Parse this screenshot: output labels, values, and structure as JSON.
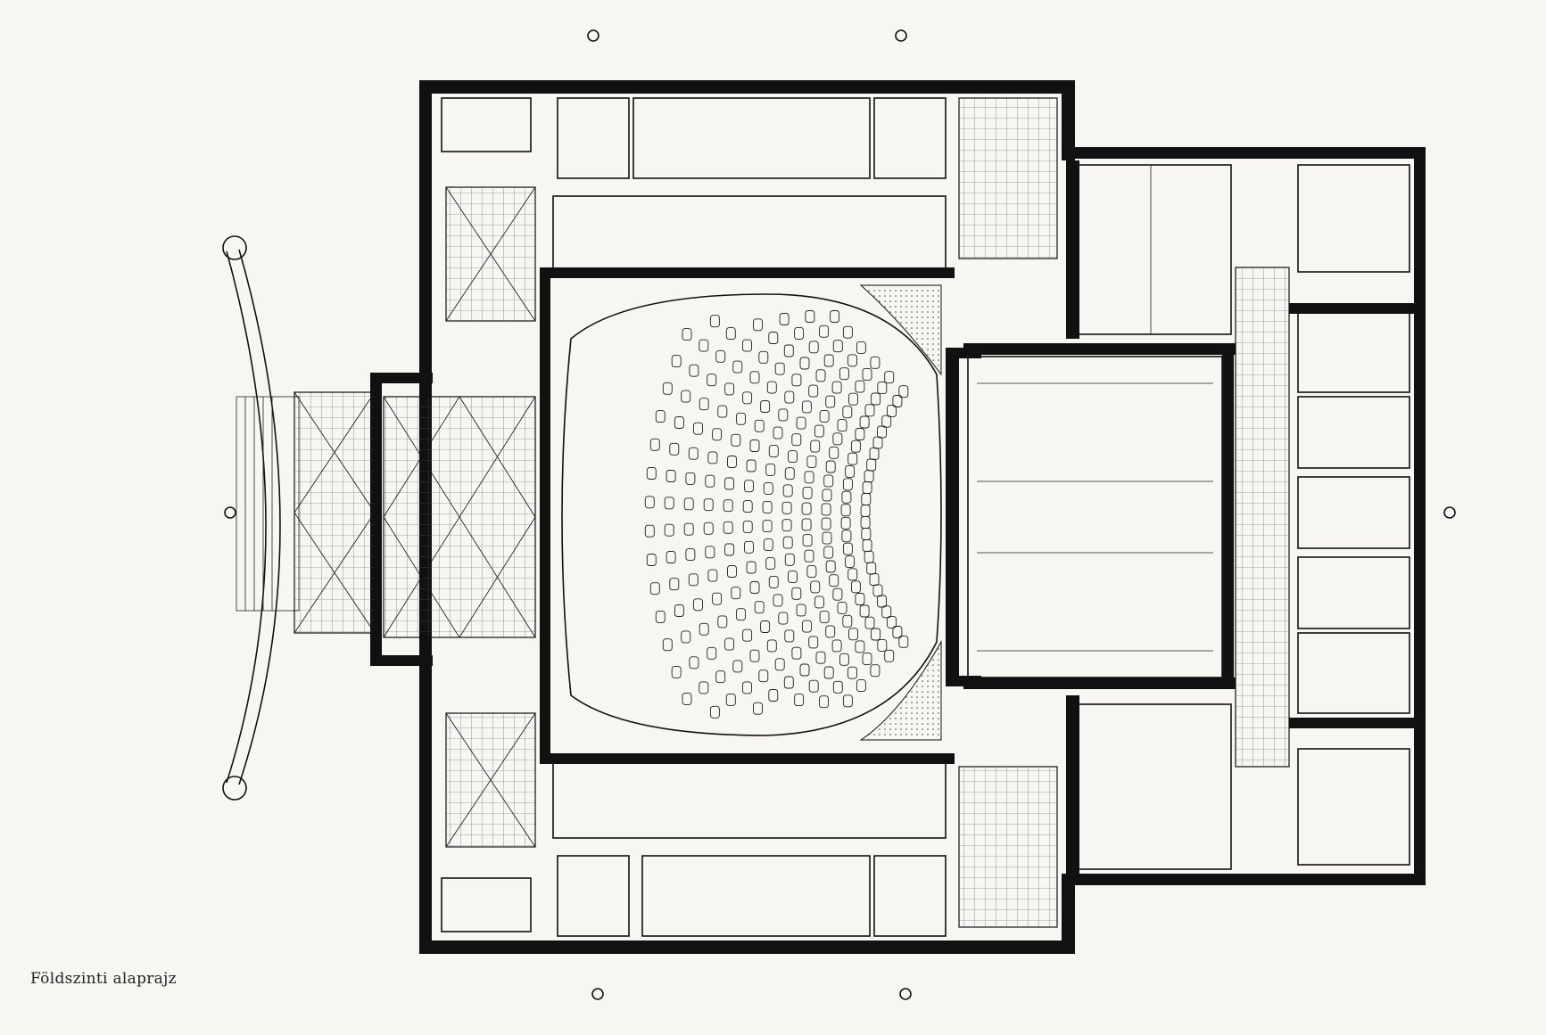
{
  "caption": "Földszinti alaprajz",
  "colors": {
    "ink": "#111111",
    "paper": "#f7f6f3"
  },
  "plan": {
    "seat_rows": 12,
    "seats_per_row": 24
  }
}
